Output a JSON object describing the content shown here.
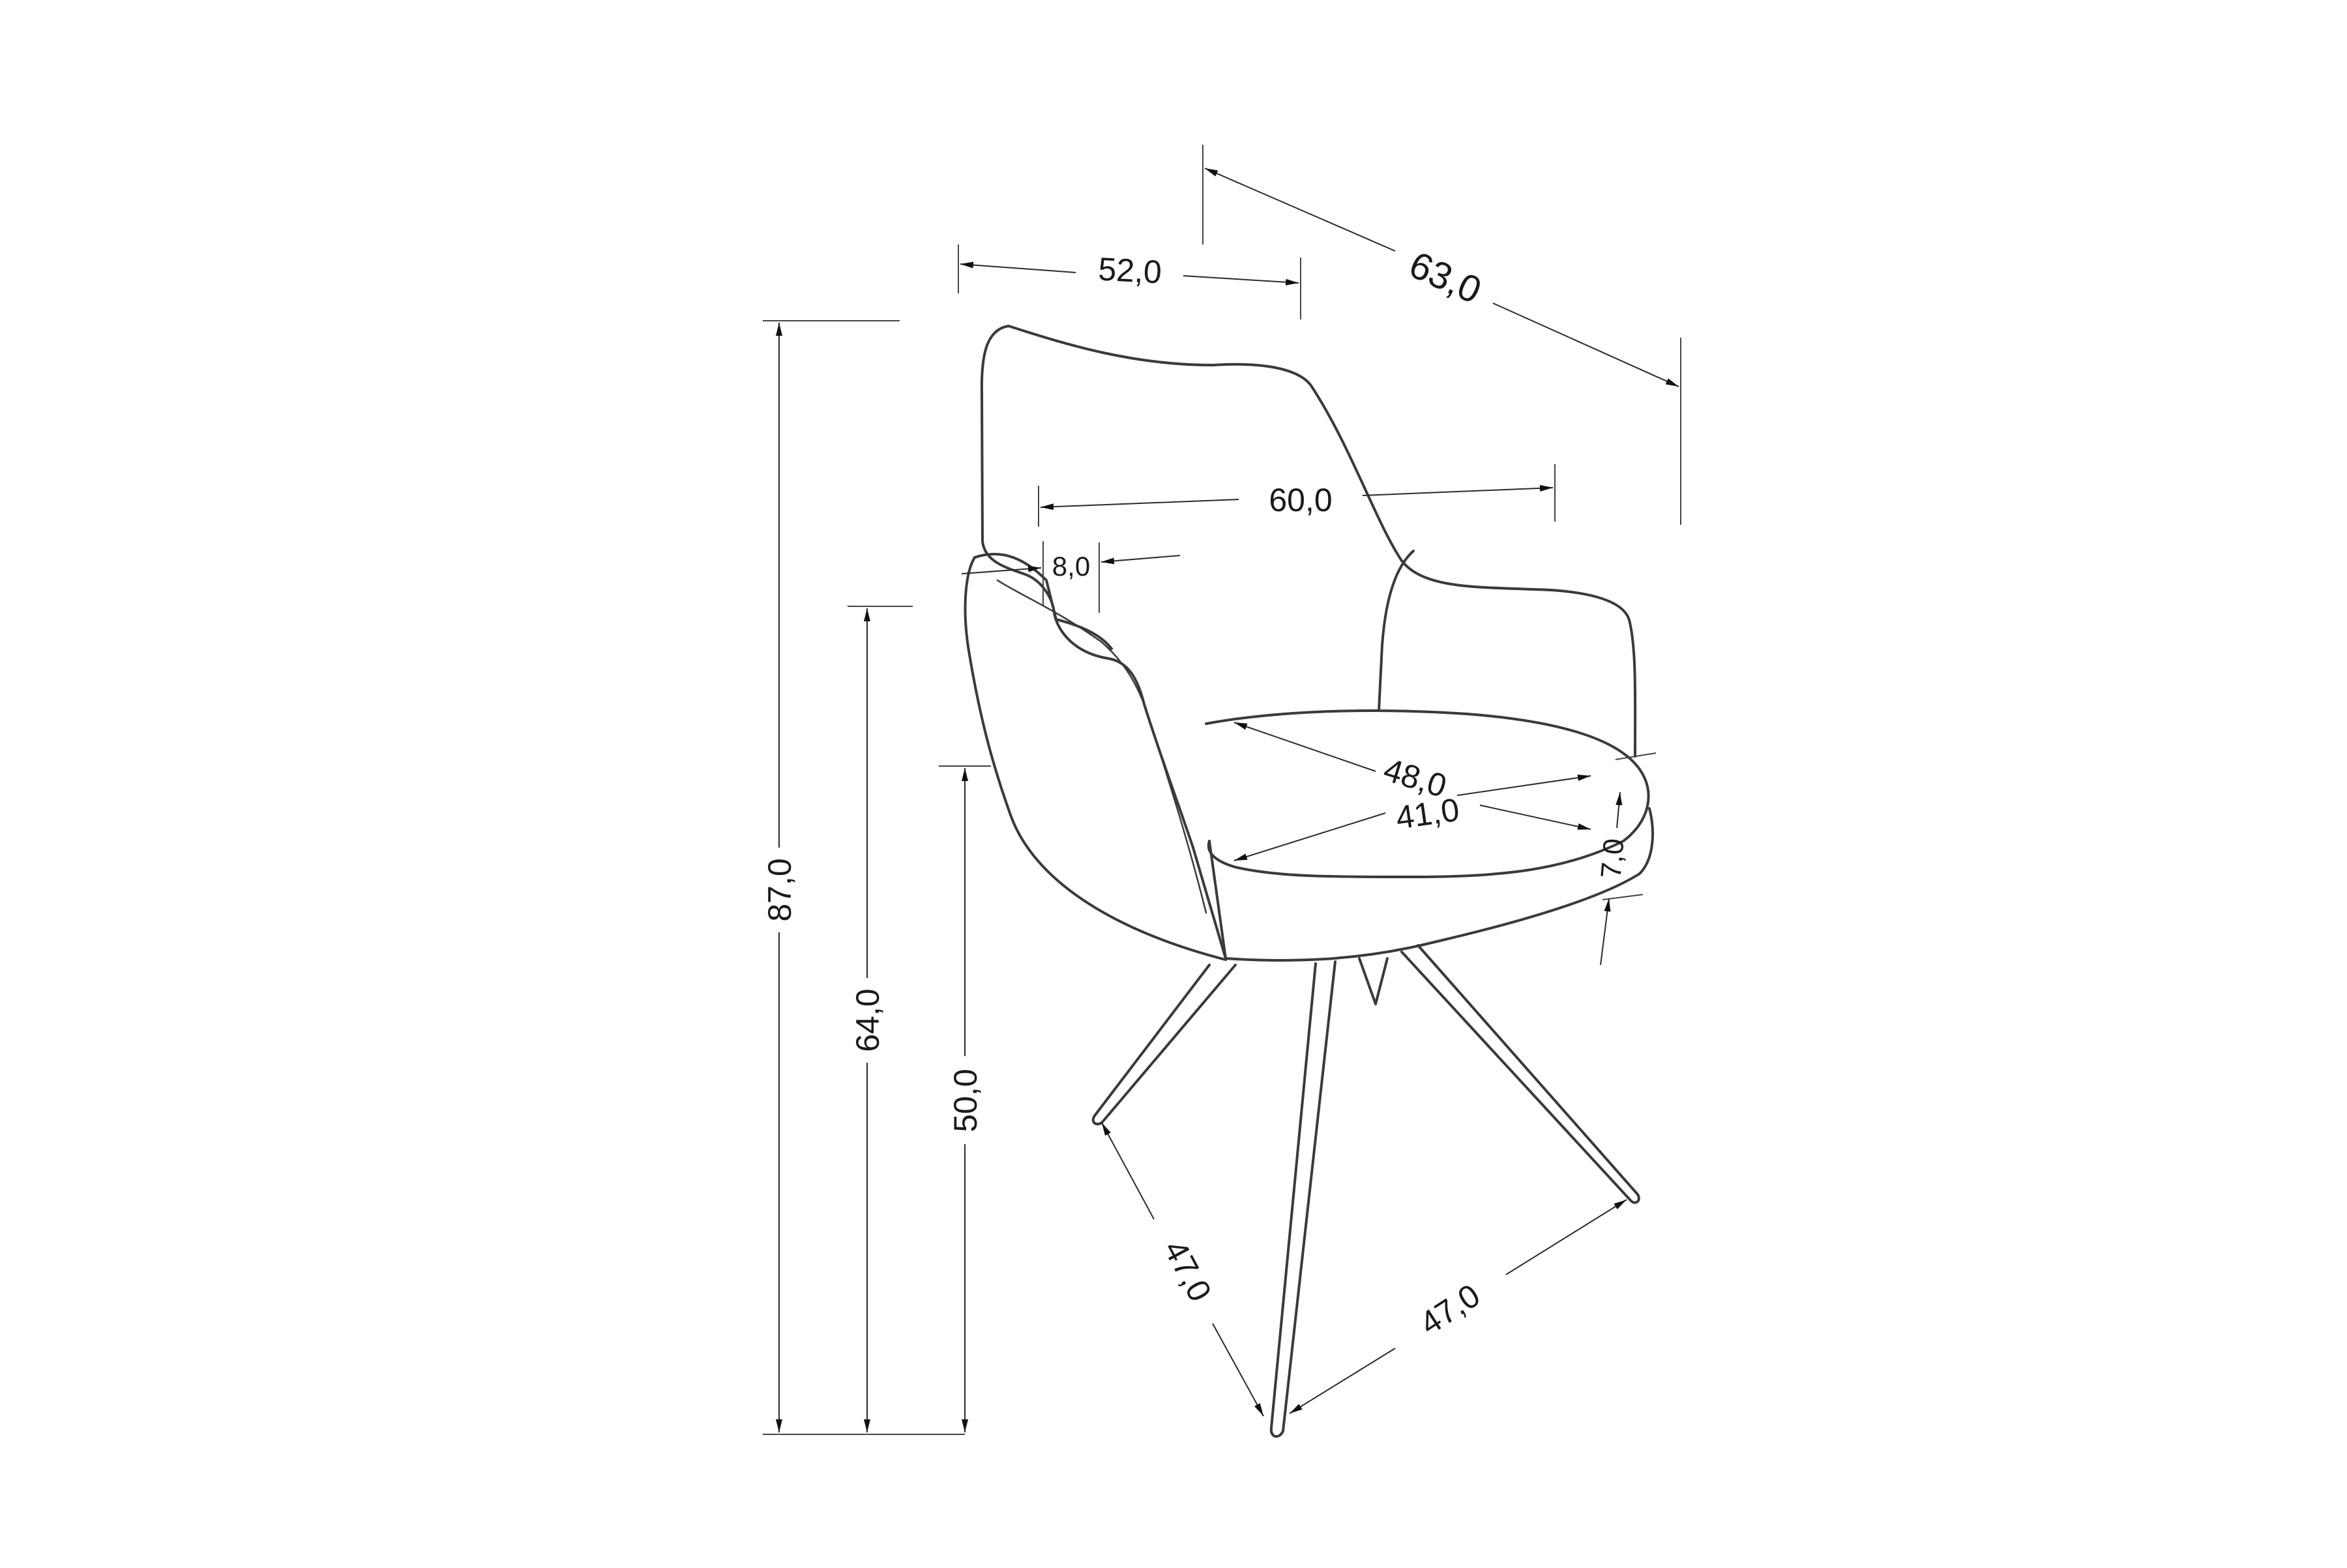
{
  "drawing": {
    "subject": "armchair",
    "units_note": "",
    "dimensions": {
      "total_height": "87,0",
      "armrest_height": "64,0",
      "seat_height": "50,0",
      "width": "52,0",
      "depth": "63,0",
      "back_width": "60,0",
      "armrest_width": "8,0",
      "seat_width": "48,0",
      "seat_depth": "41,0",
      "seat_thickness": "7,0",
      "leg_span_left": "47,0",
      "leg_span_right": "47,0"
    }
  }
}
